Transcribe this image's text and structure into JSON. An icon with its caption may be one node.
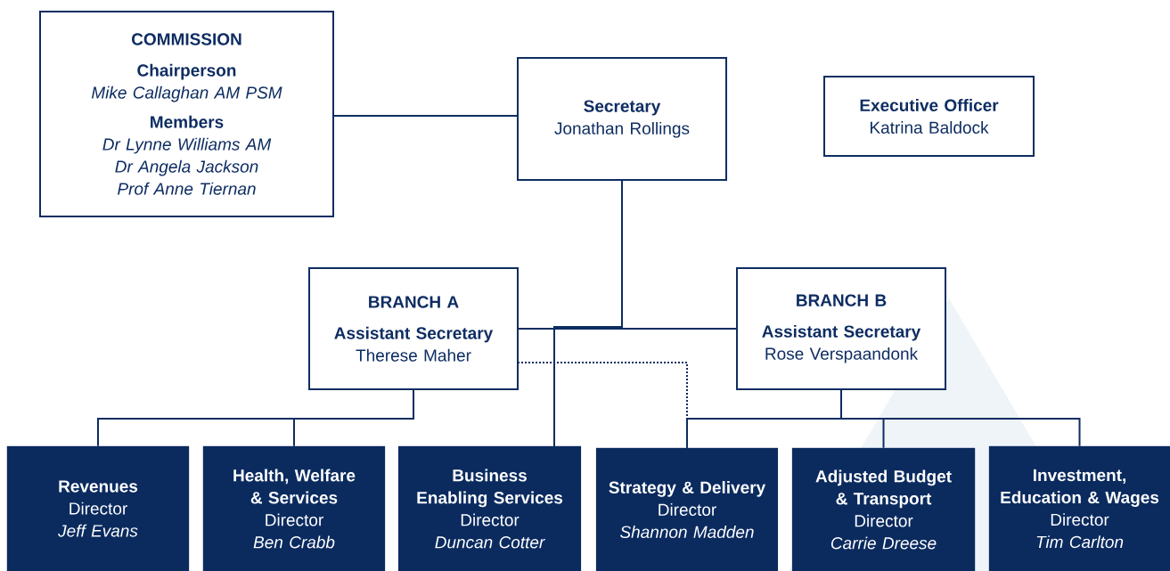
{
  "diagram": {
    "nodes": [
      {
        "text": [
          "COMMISSION",
          "Chairperson",
          "Mike Callaghan AM PSM",
          "Members",
          "Dr Lynne Williams AM",
          "Dr Angela Jackson",
          "Prof Anne Tiernan"
        ]
      },
      {
        "text": [
          "Secretary",
          "Jonathan Rollings"
        ]
      },
      {
        "text": [
          "Executive Officer",
          "Katrina Baldock"
        ]
      },
      {
        "text": [
          "BRANCH A",
          "Assistant Secretary",
          "Therese Maher"
        ]
      },
      {
        "text": [
          "BRANCH B",
          "Assistant Secretary",
          "Rose Verspaandonk"
        ]
      },
      {
        "text": [
          "Revenues",
          "Director",
          "Jeff Evans"
        ]
      },
      {
        "text": [
          "Health, Welfare & Services",
          "Director",
          "Ben Crabb"
        ]
      },
      {
        "text": [
          "Business Enabling Services",
          "Director",
          "Duncan Cotter"
        ]
      },
      {
        "text": [
          "Strategy & Delivery",
          "Director",
          "Shannon Madden"
        ]
      },
      {
        "text": [
          "Adjusted Budget & Transport",
          "Director",
          "Carrie Dreese"
        ]
      },
      {
        "text": [
          "Investment, Education & Wages",
          "Director",
          "Tim Carlton"
        ]
      }
    ],
    "edges": [
      {
        "from": 0,
        "to": 1,
        "arrow": "none"
      },
      {
        "from": 1,
        "to": 3,
        "arrow": "none"
      },
      {
        "from": 1,
        "to": 4,
        "arrow": "none"
      },
      {
        "from": 1,
        "to": 7,
        "arrow": "none"
      },
      {
        "from": 3,
        "to": 5,
        "arrow": "none"
      },
      {
        "from": 3,
        "to": 6,
        "arrow": "none"
      },
      {
        "from": 4,
        "to": 8,
        "arrow": "none"
      },
      {
        "from": 4,
        "to": 9,
        "arrow": "none"
      },
      {
        "from": 4,
        "to": 10,
        "arrow": "none"
      },
      {
        "from": 3,
        "to": 8,
        "arrow": "none",
        "style": "dashed"
      }
    ]
  }
}
